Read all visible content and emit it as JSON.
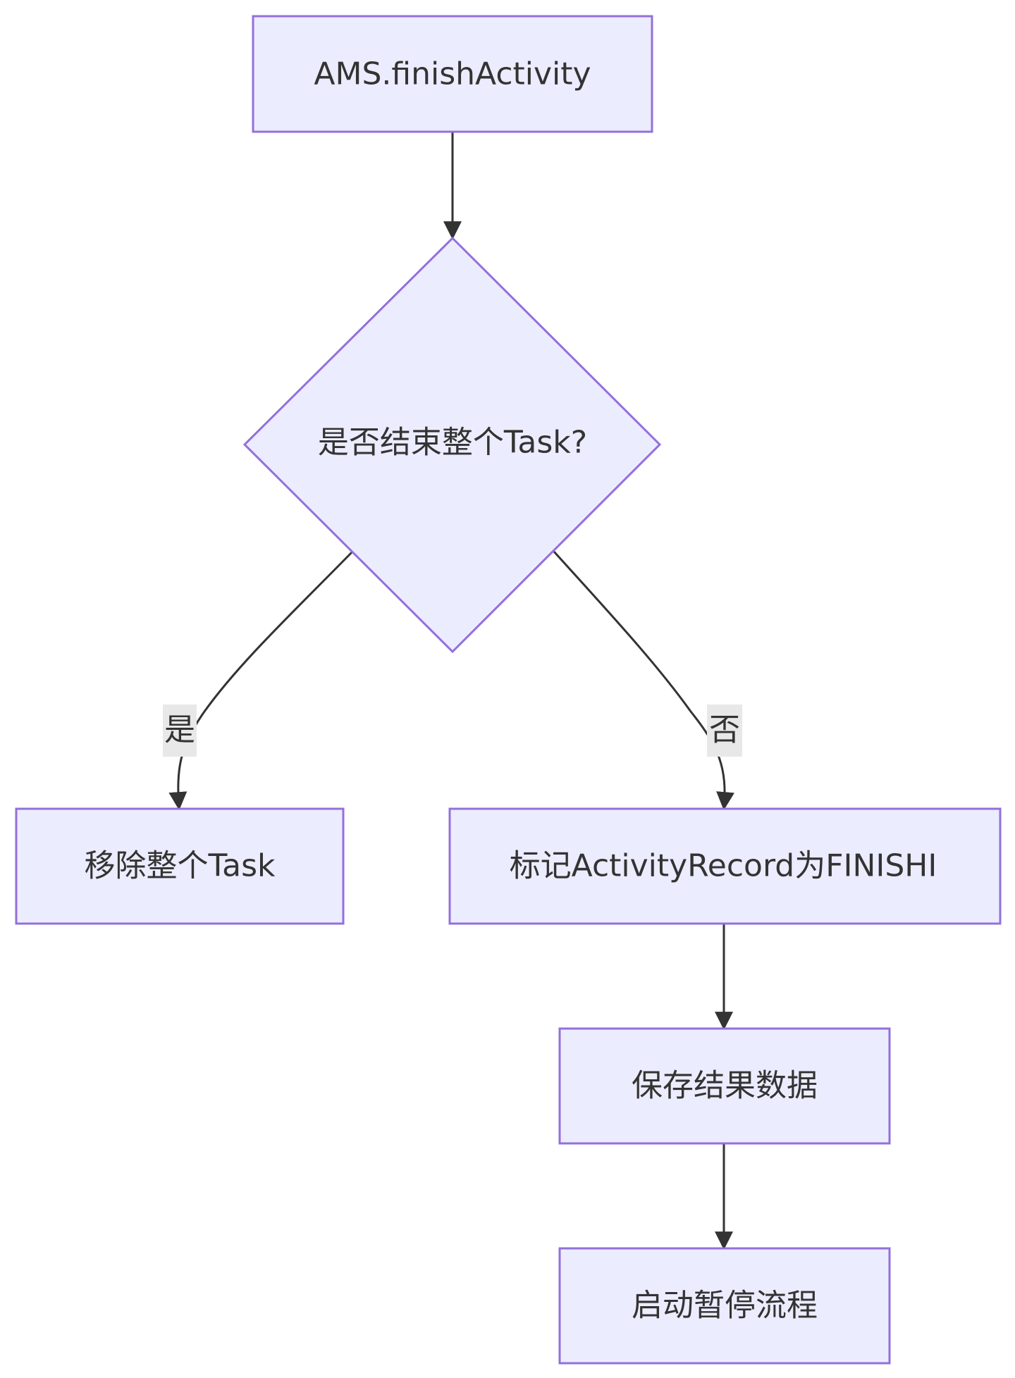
{
  "diagram": {
    "nodes": {
      "start": {
        "label": "AMS.finishActivity"
      },
      "decision": {
        "label": "是否结束整个Task?"
      },
      "remove_task": {
        "label": "移除整个Task"
      },
      "mark_record": {
        "label": "标记ActivityRecord为FINISHI"
      },
      "save_result": {
        "label": "保存结果数据"
      },
      "start_pause": {
        "label": "启动暂停流程"
      }
    },
    "edges": {
      "yes_label": "是",
      "no_label": "否"
    },
    "colors": {
      "node_fill": "#ECECFF",
      "node_stroke": "#9370DB",
      "edge": "#333333",
      "text": "#333333",
      "label_background": "#e8e8e8"
    }
  }
}
